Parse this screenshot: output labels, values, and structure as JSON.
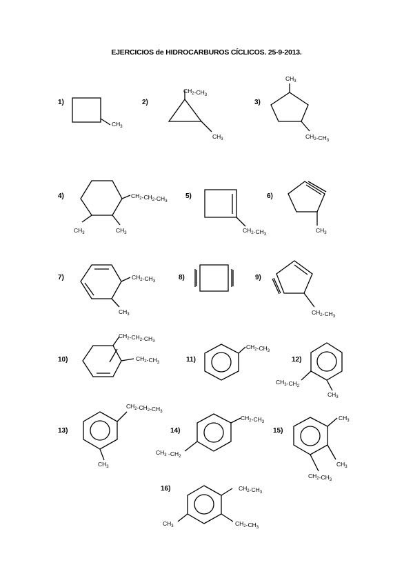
{
  "title": "EJERCICIOS de HIDROCARBUROS CÍCLICOS. 25-9-2013.",
  "exercises": [
    {
      "number": "1)",
      "labels": [
        "CH3"
      ]
    },
    {
      "number": "2)",
      "labels": [
        "CH2-CH3",
        "CH3"
      ]
    },
    {
      "number": "3)",
      "labels": [
        "CH3",
        "CH2-CH3"
      ]
    },
    {
      "number": "4)",
      "labels": [
        "CH2-CH2-CH3",
        "CH3",
        "CH3"
      ]
    },
    {
      "number": "5)",
      "labels": [
        "CH2-CH3"
      ]
    },
    {
      "number": "6)",
      "labels": [
        "CH3"
      ]
    },
    {
      "number": "7)",
      "labels": [
        "CH2-CH3",
        "CH3"
      ]
    },
    {
      "number": "8)",
      "labels": []
    },
    {
      "number": "9)",
      "labels": [
        "CH2-CH3"
      ]
    },
    {
      "number": "10)",
      "labels": [
        "CH2-CH2-CH3",
        "CH2-CH3"
      ]
    },
    {
      "number": "11)",
      "labels": [
        "CH2-CH3"
      ]
    },
    {
      "number": "12)",
      "labels": [
        "CH3-CH2",
        "CH3"
      ]
    },
    {
      "number": "13)",
      "labels": [
        "CH2-CH2-CH3",
        "CH3"
      ]
    },
    {
      "number": "14)",
      "labels": [
        "CH2-CH3",
        "CH3 -CH2"
      ]
    },
    {
      "number": "15)",
      "labels": [
        "CH3",
        "CH3",
        "CH2-CH3"
      ]
    },
    {
      "number": "16)",
      "labels": [
        "CH2-CH3",
        "CH3",
        "CH2-CH3"
      ]
    }
  ]
}
